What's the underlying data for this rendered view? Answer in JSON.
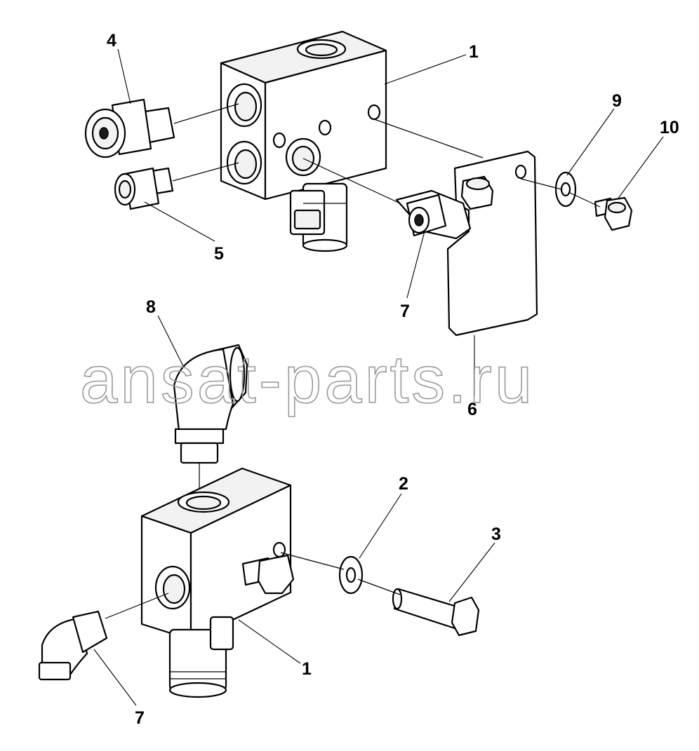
{
  "watermark": "ansat-parts.ru",
  "callouts": [
    {
      "id": "c-1-top",
      "label": "1"
    },
    {
      "id": "c-4",
      "label": "4"
    },
    {
      "id": "c-5",
      "label": "5"
    },
    {
      "id": "c-9",
      "label": "9"
    },
    {
      "id": "c-10",
      "label": "10"
    },
    {
      "id": "c-7-top",
      "label": "7"
    },
    {
      "id": "c-8",
      "label": "8"
    },
    {
      "id": "c-6",
      "label": "6"
    },
    {
      "id": "c-2",
      "label": "2"
    },
    {
      "id": "c-3",
      "label": "3"
    },
    {
      "id": "c-1-bottom",
      "label": "1"
    },
    {
      "id": "c-7-bottom",
      "label": "7"
    }
  ]
}
